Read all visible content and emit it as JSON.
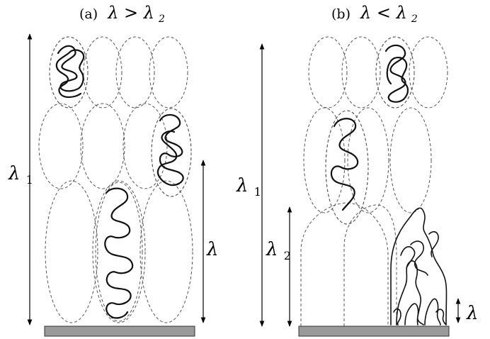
{
  "panels": [
    {
      "title_prefix": "(a)",
      "title_relation": "λ > λ",
      "title_subscript": "2",
      "labels": {
        "total_height_symbol": "λ",
        "total_height_subscript": "1",
        "blob_size_symbol": "λ",
        "blob_size_subscript": ""
      }
    },
    {
      "title_prefix": "(b)",
      "title_relation": "λ < λ",
      "title_subscript": "2",
      "labels": {
        "total_height_symbol": "λ",
        "total_height_subscript": "1",
        "crossover_symbol": "λ",
        "crossover_subscript": "2",
        "blob_size_symbol": "λ",
        "blob_size_subscript": ""
      }
    }
  ],
  "colors": {
    "blob_outline": "#555555",
    "chain": "#111111",
    "substrate": "#9a9a9a"
  }
}
